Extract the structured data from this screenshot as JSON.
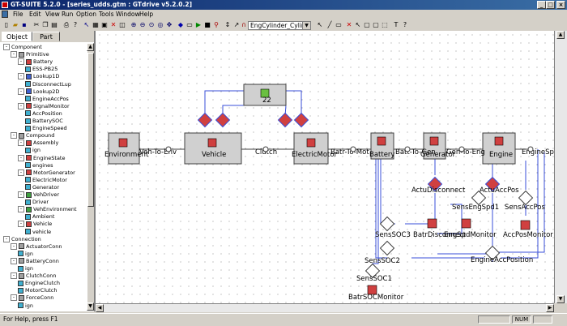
{
  "window": {
    "title": "GT-SUITE 5.2.0 - [series_udds.gtm : GTdrive v5.2.0.2]"
  },
  "menu": [
    "File",
    "Edit",
    "View",
    "Run",
    "Option",
    "Tools",
    "Window",
    "Help"
  ],
  "toolbar": {
    "combo_value": "EngCylinder_Cylinder"
  },
  "tabs": {
    "object": "Object",
    "part": "Part"
  },
  "tree": [
    {
      "label": "Component",
      "level": 0,
      "exp": "-",
      "icon": "none"
    },
    {
      "label": "Primitive",
      "level": 1,
      "exp": "-",
      "icon": "gray"
    },
    {
      "label": "Battery",
      "level": 2,
      "exp": "-",
      "icon": "red"
    },
    {
      "label": "ESS-PB25",
      "level": 3,
      "exp": "",
      "icon": "cyan"
    },
    {
      "label": "Lookup1D",
      "level": 2,
      "exp": "-",
      "icon": "blue"
    },
    {
      "label": "DisconnectLup",
      "level": 3,
      "exp": "",
      "icon": "cyan"
    },
    {
      "label": "Lookup2D",
      "level": 2,
      "exp": "-",
      "icon": "blue"
    },
    {
      "label": "EngineAccPos",
      "level": 3,
      "exp": "",
      "icon": "cyan"
    },
    {
      "label": "SignalMonitor",
      "level": 2,
      "exp": "-",
      "icon": "red"
    },
    {
      "label": "AccPosition",
      "level": 3,
      "exp": "",
      "icon": "cyan"
    },
    {
      "label": "BatterySOC",
      "level": 3,
      "exp": "",
      "icon": "cyan"
    },
    {
      "label": "EngineSpeed",
      "level": 3,
      "exp": "",
      "icon": "cyan"
    },
    {
      "label": "Compound",
      "level": 1,
      "exp": "-",
      "icon": "gray"
    },
    {
      "label": "Assembly",
      "level": 2,
      "exp": "-",
      "icon": "red"
    },
    {
      "label": "ign",
      "level": 3,
      "exp": "",
      "icon": "cyan"
    },
    {
      "label": "EngineState",
      "level": 2,
      "exp": "-",
      "icon": "red"
    },
    {
      "label": "engines",
      "level": 3,
      "exp": "",
      "icon": "cyan"
    },
    {
      "label": "MotorGenerator",
      "level": 2,
      "exp": "-",
      "icon": "red"
    },
    {
      "label": "ElectricMotor",
      "level": 3,
      "exp": "",
      "icon": "cyan"
    },
    {
      "label": "Generator",
      "level": 3,
      "exp": "",
      "icon": "cyan"
    },
    {
      "label": "VehDriver",
      "level": 2,
      "exp": "-",
      "icon": "green"
    },
    {
      "label": "Driver",
      "level": 3,
      "exp": "",
      "icon": "cyan"
    },
    {
      "label": "VehEnvironment",
      "level": 2,
      "exp": "-",
      "icon": "green"
    },
    {
      "label": "Ambient",
      "level": 3,
      "exp": "",
      "icon": "cyan"
    },
    {
      "label": "Vehicle",
      "level": 2,
      "exp": "-",
      "icon": "red"
    },
    {
      "label": "vehicle",
      "level": 3,
      "exp": "",
      "icon": "cyan"
    },
    {
      "label": "Connection",
      "level": 0,
      "exp": "-",
      "icon": "none"
    },
    {
      "label": "ActuatorConn",
      "level": 1,
      "exp": "-",
      "icon": "gray"
    },
    {
      "label": "ign",
      "level": 2,
      "exp": "",
      "icon": "cyan"
    },
    {
      "label": "BatteryConn",
      "level": 1,
      "exp": "-",
      "icon": "gray"
    },
    {
      "label": "ign",
      "level": 2,
      "exp": "",
      "icon": "cyan"
    },
    {
      "label": "ClutchConn",
      "level": 1,
      "exp": "-",
      "icon": "gray"
    },
    {
      "label": "EngineClutch",
      "level": 2,
      "exp": "",
      "icon": "cyan"
    },
    {
      "label": "MotorClutch",
      "level": 2,
      "exp": "",
      "icon": "cyan"
    },
    {
      "label": "ForceConn",
      "level": 1,
      "exp": "-",
      "icon": "gray"
    },
    {
      "label": "ign",
      "level": 2,
      "exp": "",
      "icon": "cyan"
    }
  ],
  "canvas": {
    "blocks": [
      {
        "id": "environment",
        "label": "Environment"
      },
      {
        "id": "vehicle",
        "label": "Vehicle"
      },
      {
        "id": "electricmotor",
        "label": "ElectricMotor"
      },
      {
        "id": "battery",
        "label": "Battery"
      },
      {
        "id": "generator",
        "label": "Generator"
      },
      {
        "id": "engine",
        "label": "Engine"
      },
      {
        "id": "driver",
        "label": ""
      }
    ],
    "driver_number": "22",
    "labels": {
      "veh_to_env": "Veh-To-Env",
      "clutch": "Clutch",
      "batr_to_mot": "Batr-To-Mot",
      "batt_to_gen": "Batt-To-Gen",
      "gen_to_eng": "Gen-To-Eng",
      "engine_spd_right": "EngineSpd",
      "actu_disconnect": "ActuDisconnect",
      "sens_eng_spd1": "SensEngSpd1",
      "actu_acc_pos": "ActuAccPos",
      "sens_acc_pos": "SensAccPos",
      "sens_soc3": "SensSOC3",
      "batr_disconnect": "BatrDisconnect",
      "eng_spd_monitor": "EngSpdMonitor",
      "acc_pos_monitor": "AccPosMonitor",
      "sens_soc2": "SensSOC2",
      "engine_acc_position": "EngineAccPosition",
      "sens_soc1": "SensSOC1",
      "batr_soc_monitor": "BatrSOCMonitor"
    }
  },
  "statusbar": {
    "text": "For Help, press F1",
    "num": "NUM"
  }
}
